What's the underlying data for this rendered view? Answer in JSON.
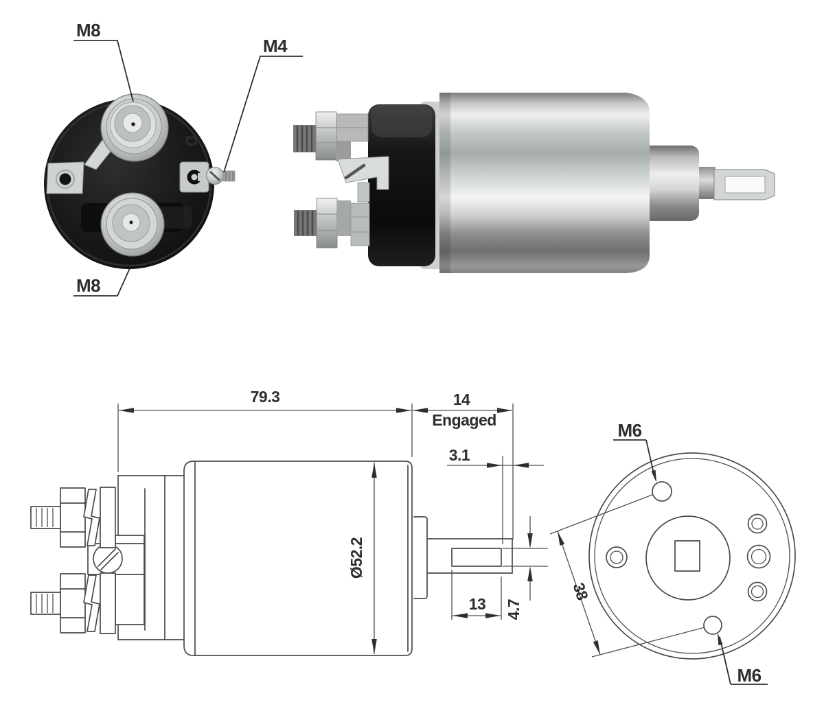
{
  "page": {
    "background": "#ffffff"
  },
  "photos": {
    "front_view": {
      "label_top": "M8",
      "label_side": "M4",
      "label_bottom": "M8",
      "molded_letter": "D"
    }
  },
  "drawing": {
    "length_dim": "79.3",
    "engaged_dim": "14",
    "engaged_word": "Engaged",
    "tip_gap_dim": "3.1",
    "diameter_dim": "Ø52.2",
    "slot_length_dim": "13",
    "slot_height_dim": "4.7",
    "hole_spacing_dim": "38",
    "hole_top_label": "M6",
    "hole_bottom_label": "M6"
  },
  "colors": {
    "line": "#4a4a4a",
    "text": "#2d2d2d",
    "cap_black": "#111111",
    "chrome_highlight": "#f5f5f5"
  }
}
